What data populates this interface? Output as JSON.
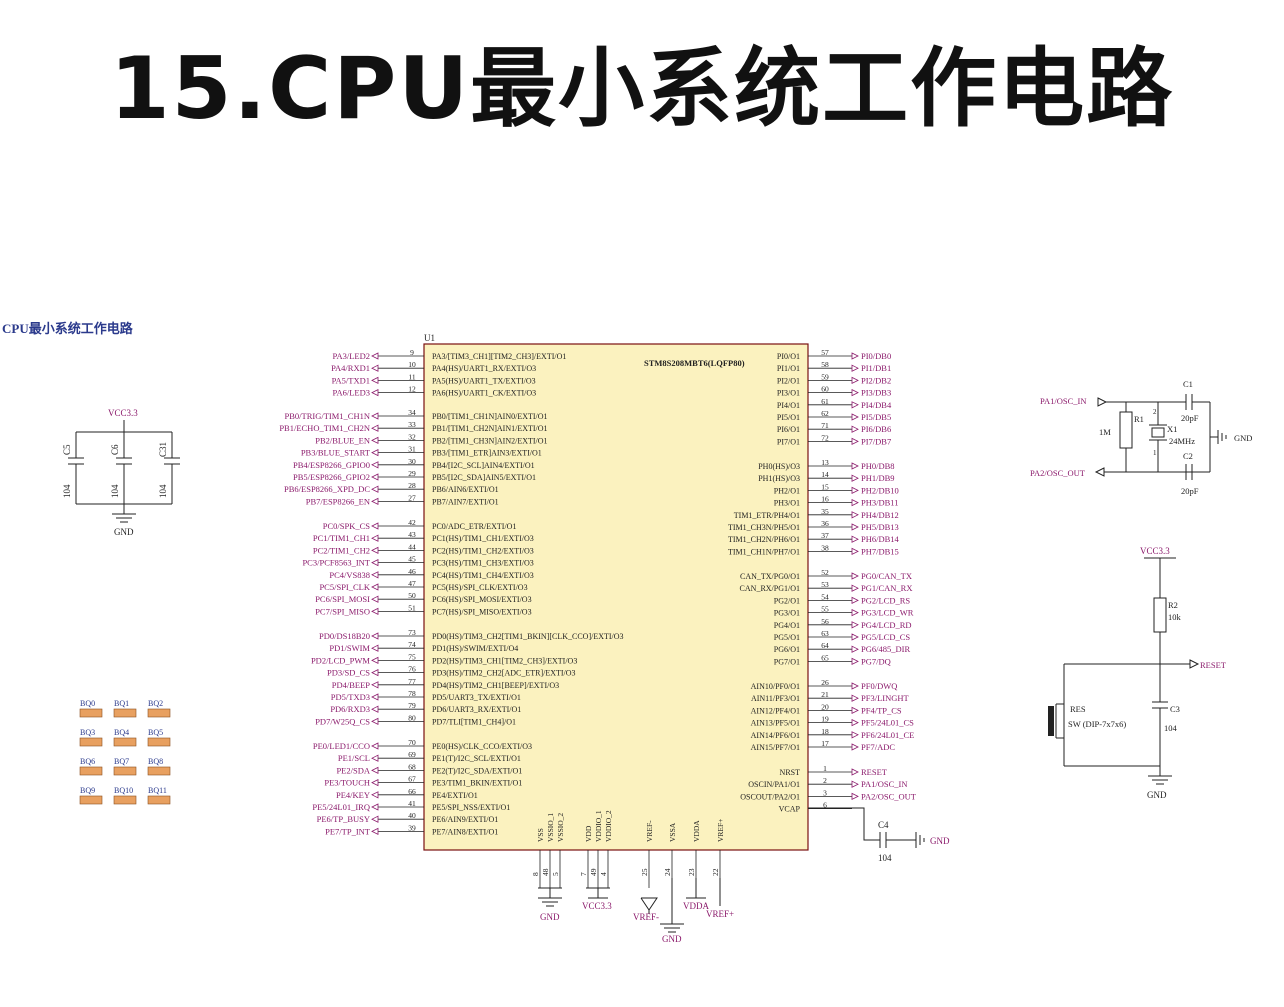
{
  "headline": "15.CPU最小系统工作电路",
  "sheet_title": "CPU最小系统工作电路",
  "colors": {
    "wire": "#222222",
    "net": "#8b1a6b",
    "chip_fill": "#fbf2bf",
    "chip_border": "#7a1010",
    "bq_fill": "#e8a060"
  },
  "chip": {
    "ref": "U1",
    "part": "STM8S208MBT6(LQFP80)"
  },
  "left_pins": [
    {
      "net": "PA3/LED2",
      "num": "9",
      "func": "PA3/[TIM3_CH1][TIM2_CH3]/EXTI/O1"
    },
    {
      "net": "PA4/RXD1",
      "num": "10",
      "func": "PA4(HS)/UART1_RX/EXTI/O3"
    },
    {
      "net": "PA5/TXD1",
      "num": "11",
      "func": "PA5(HS)/UART1_TX/EXTI/O3"
    },
    {
      "net": "PA6/LED3",
      "num": "12",
      "func": "PA6(HS)/UART1_CK/EXTI/O3"
    },
    {
      "net": "PB0/TRIG/TIM1_CH1N",
      "num": "34",
      "func": "PB0/[TIM1_CH1N]AIN0/EXTI/O1"
    },
    {
      "net": "PB1/ECHO_TIM1_CH2N",
      "num": "33",
      "func": "PB1/[TIM1_CH2N]AIN1/EXTI/O1"
    },
    {
      "net": "PB2/BLUE_EN",
      "num": "32",
      "func": "PB2/[TIM1_CH3N]AIN2/EXTI/O1"
    },
    {
      "net": "PB3/BLUE_START",
      "num": "31",
      "func": "PB3/[TIM1_ETR]AIN3/EXTI/O1"
    },
    {
      "net": "PB4/ESP8266_GPIO0",
      "num": "30",
      "func": "PB4/[I2C_SCL]AIN4/EXTI/O1"
    },
    {
      "net": "PB5/ESP8266_GPIO2",
      "num": "29",
      "func": "PB5/[I2C_SDA]AIN5/EXTI/O1"
    },
    {
      "net": "PB6/ESP8266_XPD_DC",
      "num": "28",
      "func": "PB6/AIN6/EXTI/O1"
    },
    {
      "net": "PB7/ESP8266_EN",
      "num": "27",
      "func": "PB7/AIN7/EXTI/O1"
    },
    {
      "net": "PC0/SPK_CS",
      "num": "42",
      "func": "PC0/ADC_ETR/EXTI/O1"
    },
    {
      "net": "PC1/TIM1_CH1",
      "num": "43",
      "func": "PC1(HS)/TIM1_CH1/EXTI/O3"
    },
    {
      "net": "PC2/TIM1_CH2",
      "num": "44",
      "func": "PC2(HS)/TIM1_CH2/EXTI/O3"
    },
    {
      "net": "PC3/PCF8563_INT",
      "num": "45",
      "func": "PC3(HS)/TIM1_CH3/EXTI/O3"
    },
    {
      "net": "PC4/VS838",
      "num": "46",
      "func": "PC4(HS)/TIM1_CH4/EXTI/O3"
    },
    {
      "net": "PC5/SPI_CLK",
      "num": "47",
      "func": "PC5(HS)/SPI_CLK/EXTI/O3"
    },
    {
      "net": "PC6/SPI_MOSI",
      "num": "50",
      "func": "PC6(HS)/SPI_MOSI/EXTI/O3"
    },
    {
      "net": "PC7/SPI_MISO",
      "num": "51",
      "func": "PC7(HS)/SPI_MISO/EXTI/O3"
    },
    {
      "net": "PD0/DS18B20",
      "num": "73",
      "func": "PD0(HS)/TIM3_CH2[TIM1_BKIN][CLK_CCO]/EXTI/O3"
    },
    {
      "net": "PD1/SWIM",
      "num": "74",
      "func": "PD1(HS)/SWIM/EXTI/O4"
    },
    {
      "net": "PD2/LCD_PWM",
      "num": "75",
      "func": "PD2(HS)/TIM3_CH1[TIM2_CH3]/EXTI/O3"
    },
    {
      "net": "PD3/SD_CS",
      "num": "76",
      "func": "PD3(HS)/TIM2_CH2[ADC_ETR]/EXTI/O3"
    },
    {
      "net": "PD4/BEEP",
      "num": "77",
      "func": "PD4(HS)/TIM2_CH1[BEEP]/EXTI/O3"
    },
    {
      "net": "PD5/TXD3",
      "num": "78",
      "func": "PD5/UART3_TX/EXTI/O1"
    },
    {
      "net": "PD6/RXD3",
      "num": "79",
      "func": "PD6/UART3_RX/EXTI/O1"
    },
    {
      "net": "PD7/W25Q_CS",
      "num": "80",
      "func": "PD7/TLI[TIM1_CH4]/O1"
    },
    {
      "net": "PE0/LED1/CCO",
      "num": "70",
      "func": "PE0(HS)/CLK_CCO/EXTI/O3"
    },
    {
      "net": "PE1/SCL",
      "num": "69",
      "func": "PE1(T)/I2C_SCL/EXTI/O1"
    },
    {
      "net": "PE2/SDA",
      "num": "68",
      "func": "PE2(T)/I2C_SDA/EXTI/O1"
    },
    {
      "net": "PE3/TOUCH",
      "num": "67",
      "func": "PE3/TIM1_BKIN/EXTI/O1"
    },
    {
      "net": "PE4/KEY",
      "num": "66",
      "func": "PE4/EXTI/O1"
    },
    {
      "net": "PE5/24L01_IRQ",
      "num": "41",
      "func": "PE5/SPI_NSS/EXTI/O1"
    },
    {
      "net": "PE6/TP_BUSY",
      "num": "40",
      "func": "PE6/AIN9/EXTI/O1"
    },
    {
      "net": "PE7/TP_INT",
      "num": "39",
      "func": "PE7/AIN8/EXTI/O1"
    }
  ],
  "right_pins": [
    {
      "func": "PI0/O1",
      "num": "57",
      "net": "PI0/DB0"
    },
    {
      "func": "PI1/O1",
      "num": "58",
      "net": "PI1/DB1"
    },
    {
      "func": "PI2/O1",
      "num": "59",
      "net": "PI2/DB2"
    },
    {
      "func": "PI3/O1",
      "num": "60",
      "net": "PI3/DB3"
    },
    {
      "func": "PI4/O1",
      "num": "61",
      "net": "PI4/DB4"
    },
    {
      "func": "PI5/O1",
      "num": "62",
      "net": "PI5/DB5"
    },
    {
      "func": "PI6/O1",
      "num": "71",
      "net": "PI6/DB6"
    },
    {
      "func": "PI7/O1",
      "num": "72",
      "net": "PI7/DB7"
    },
    {
      "func": "PH0(HS)/O3",
      "num": "13",
      "net": "PH0/DB8"
    },
    {
      "func": "PH1(HS)/O3",
      "num": "14",
      "net": "PH1/DB9"
    },
    {
      "func": "PH2/O1",
      "num": "15",
      "net": "PH2/DB10"
    },
    {
      "func": "PH3/O1",
      "num": "16",
      "net": "PH3/DB11"
    },
    {
      "func": "TIM1_ETR/PH4/O1",
      "num": "35",
      "net": "PH4/DB12"
    },
    {
      "func": "TIM1_CH3N/PH5/O1",
      "num": "36",
      "net": "PH5/DB13"
    },
    {
      "func": "TIM1_CH2N/PH6/O1",
      "num": "37",
      "net": "PH6/DB14"
    },
    {
      "func": "TIM1_CH1N/PH7/O1",
      "num": "38",
      "net": "PH7/DB15"
    },
    {
      "func": "CAN_TX/PG0/O1",
      "num": "52",
      "net": "PG0/CAN_TX"
    },
    {
      "func": "CAN_RX/PG1/O1",
      "num": "53",
      "net": "PG1/CAN_RX"
    },
    {
      "func": "PG2/O1",
      "num": "54",
      "net": "PG2/LCD_RS"
    },
    {
      "func": "PG3/O1",
      "num": "55",
      "net": "PG3/LCD_WR"
    },
    {
      "func": "PG4/O1",
      "num": "56",
      "net": "PG4/LCD_RD"
    },
    {
      "func": "PG5/O1",
      "num": "63",
      "net": "PG5/LCD_CS"
    },
    {
      "func": "PG6/O1",
      "num": "64",
      "net": "PG6/485_DIR"
    },
    {
      "func": "PG7/O1",
      "num": "65",
      "net": "PG7/DQ"
    },
    {
      "func": "AIN10/PF0/O1",
      "num": "26",
      "net": "PF0/DWQ"
    },
    {
      "func": "AIN11/PF3/O1",
      "num": "21",
      "net": "PF3/LINGHT"
    },
    {
      "func": "AIN12/PF4/O1",
      "num": "20",
      "net": "PF4/TP_CS"
    },
    {
      "func": "AIN13/PF5/O1",
      "num": "19",
      "net": "PF5/24L01_CS"
    },
    {
      "func": "AIN14/PF6/O1",
      "num": "18",
      "net": "PF6/24L01_CE"
    },
    {
      "func": "AIN15/PF7/O1",
      "num": "17",
      "net": "PF7/ADC"
    },
    {
      "func": "NRST",
      "num": "1",
      "net": "RESET"
    },
    {
      "func": "OSCIN/PA1/O1",
      "num": "2",
      "net": "PA1/OSC_IN"
    },
    {
      "func": "OSCOUT/PA2/O1",
      "num": "3",
      "net": "PA2/OSC_OUT"
    },
    {
      "func": "VCAP",
      "num": "6",
      "net": ""
    }
  ],
  "bottom_pins": [
    {
      "name": "VSS",
      "num": "8"
    },
    {
      "name": "VSSIO_1",
      "num": "48"
    },
    {
      "name": "VSSIO_2",
      "num": "5"
    },
    {
      "name": "VDD",
      "num": "7"
    },
    {
      "name": "VDDIO_1",
      "num": "49"
    },
    {
      "name": "VDDIO_2",
      "num": "4"
    },
    {
      "name": "VREF-",
      "num": "25"
    },
    {
      "name": "VSSA",
      "num": "24"
    },
    {
      "name": "VDDA",
      "num": "23"
    },
    {
      "name": "VREF+",
      "num": "22"
    }
  ],
  "power": {
    "gnd": "GND",
    "vcc": "VCC3.3",
    "vref_minus": "VREF-",
    "vref_plus": "VREF+",
    "vdda": "VDDA"
  },
  "decoupling": {
    "c5": "C5",
    "c6": "C6",
    "c31": "C31",
    "value": "104"
  },
  "oscillator": {
    "in_net": "PA1/OSC_IN",
    "out_net": "PA2/OSC_OUT",
    "r1": "R1",
    "r1_val": "1M",
    "x1": "X1",
    "x1_val": "24MHz",
    "c1": "C1",
    "c1_val": "20pF",
    "c2": "C2",
    "c2_val": "20pF",
    "x1_pin1": "1",
    "x1_pin2": "2"
  },
  "reset": {
    "r2": "R2",
    "r2_val": "10k",
    "c3": "C3",
    "c3_val": "104",
    "sw": "RES",
    "sw_type": "SW (DIP-7x7x6)",
    "net": "RESET"
  },
  "vcap": {
    "c4": "C4",
    "c4_val": "104"
  },
  "bq_labels": [
    "BQ0",
    "BQ1",
    "BQ2",
    "BQ3",
    "BQ4",
    "BQ5",
    "BQ6",
    "BQ7",
    "BQ8",
    "BQ9",
    "BQ10",
    "BQ11"
  ]
}
